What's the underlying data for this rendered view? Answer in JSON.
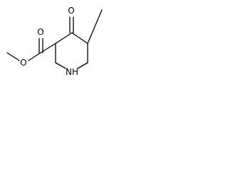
{
  "structure": {
    "atoms": {
      "oxygen_ketone": "O",
      "oxygen_carbonyl": "O",
      "oxygen_ester": "O",
      "nitrogen": "NH"
    }
  },
  "colors": {
    "bond": "#000000",
    "text": "#000000",
    "background": "#ffffff"
  }
}
